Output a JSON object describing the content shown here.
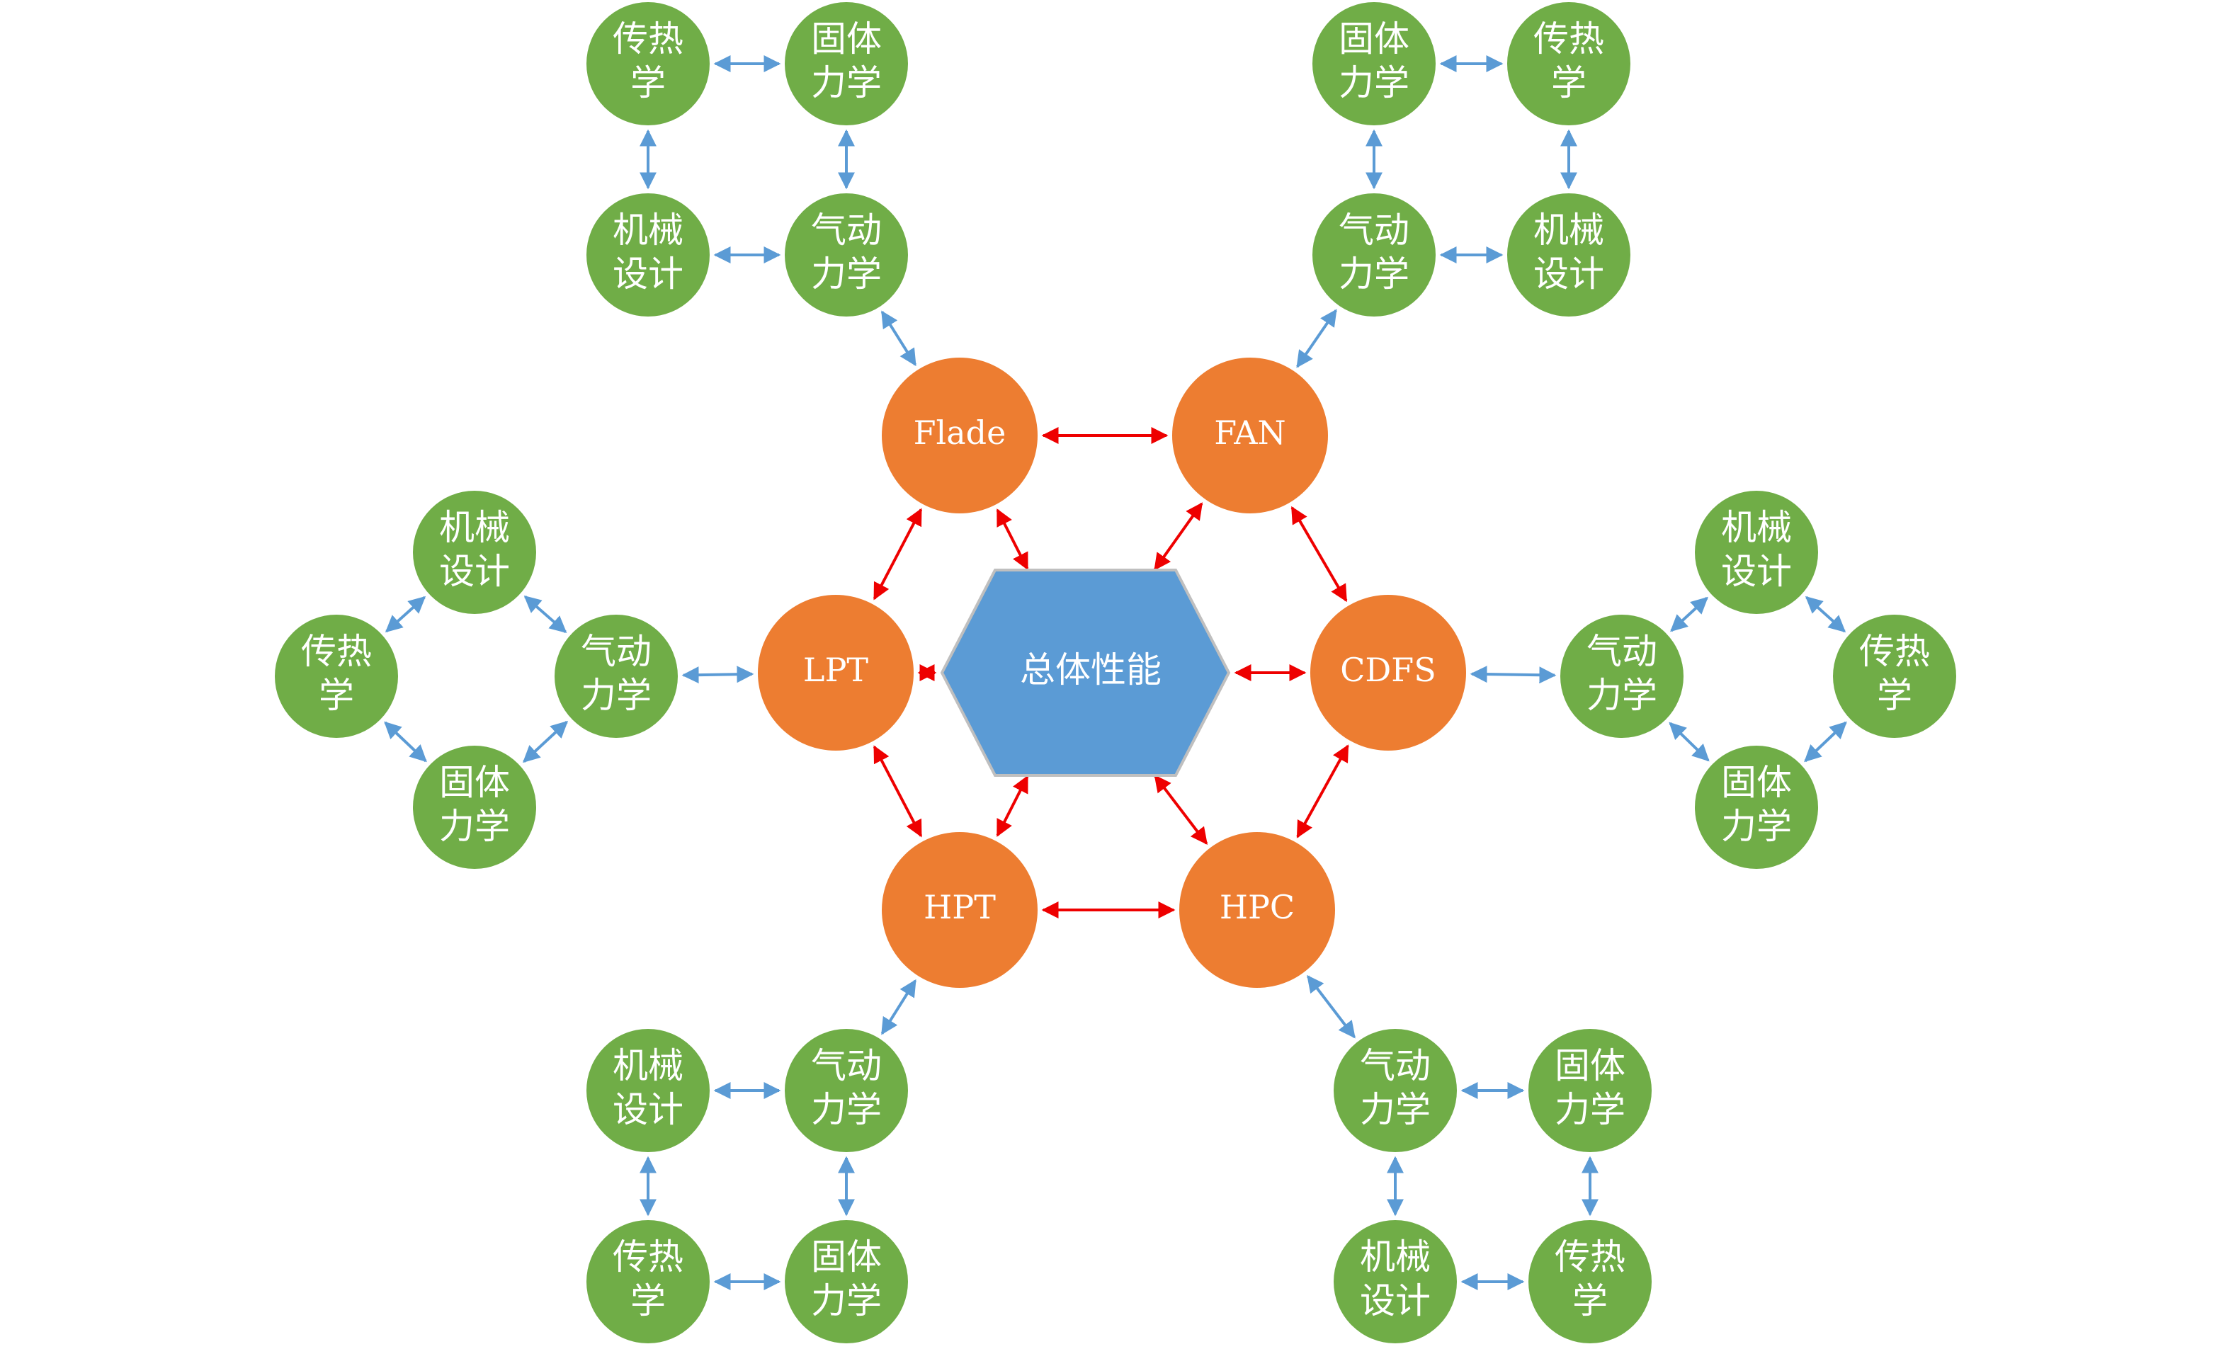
{
  "center": {
    "label": "总体性能",
    "color": "#5B9BD5"
  },
  "colors": {
    "component": "#ED7D31",
    "discipline": "#70AD47",
    "red_arrow": "#EE0000",
    "blue_arrow": "#5B9BD5",
    "hexagon_edge": "#BFBFBF"
  },
  "components": [
    {
      "id": "flade",
      "label": "Flade"
    },
    {
      "id": "fan",
      "label": "FAN"
    },
    {
      "id": "lpt",
      "label": "LPT"
    },
    {
      "id": "cdfs",
      "label": "CDFS"
    },
    {
      "id": "hpt",
      "label": "HPT"
    },
    {
      "id": "hpc",
      "label": "HPC"
    }
  ],
  "clusters": [
    {
      "id": "flade-cluster",
      "component": "flade",
      "disciplines": [
        [
          "传热",
          "学"
        ],
        [
          "固体",
          "力学"
        ],
        [
          "机械",
          "设计"
        ],
        [
          "气动",
          "力学"
        ]
      ]
    },
    {
      "id": "fan-cluster",
      "component": "fan",
      "disciplines": [
        [
          "固体",
          "力学"
        ],
        [
          "传热",
          "学"
        ],
        [
          "气动",
          "力学"
        ],
        [
          "机械",
          "设计"
        ]
      ]
    },
    {
      "id": "lpt-cluster",
      "component": "lpt",
      "disciplines": [
        [
          "机械",
          "设计"
        ],
        [
          "传热",
          "学"
        ],
        [
          "气动",
          "力学"
        ],
        [
          "固体",
          "力学"
        ]
      ]
    },
    {
      "id": "cdfs-cluster",
      "component": "cdfs",
      "disciplines": [
        [
          "机械",
          "设计"
        ],
        [
          "气动",
          "力学"
        ],
        [
          "传热",
          "学"
        ],
        [
          "固体",
          "力学"
        ]
      ]
    },
    {
      "id": "hpt-cluster",
      "component": "hpt",
      "disciplines": [
        [
          "机械",
          "设计"
        ],
        [
          "气动",
          "力学"
        ],
        [
          "传热",
          "学"
        ],
        [
          "固体",
          "力学"
        ]
      ]
    },
    {
      "id": "hpc-cluster",
      "component": "hpc",
      "disciplines": [
        [
          "气动",
          "力学"
        ],
        [
          "固体",
          "力学"
        ],
        [
          "机械",
          "设计"
        ],
        [
          "传热",
          "学"
        ]
      ]
    }
  ]
}
